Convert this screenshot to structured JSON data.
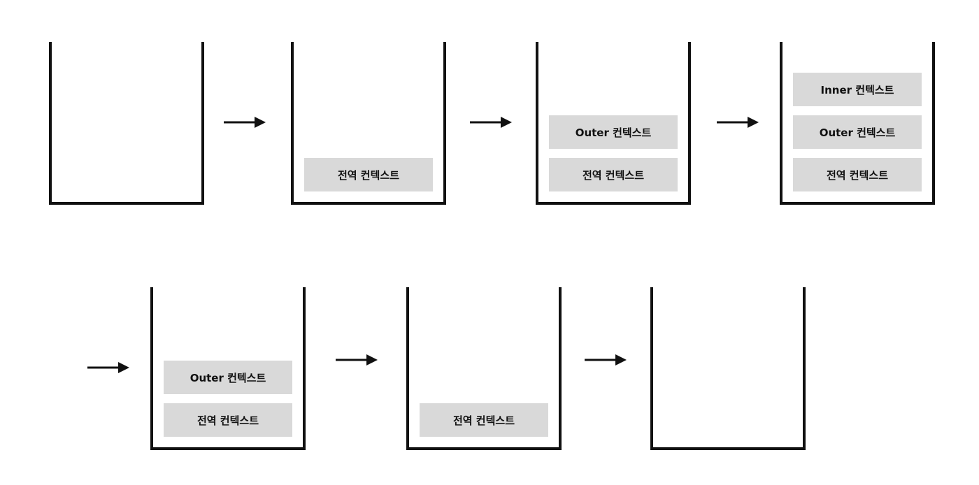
{
  "stacks": [
    {
      "frames": []
    },
    {
      "frames": [
        "전역 컨텍스트"
      ]
    },
    {
      "frames": [
        "Outer 컨텍스트",
        "전역 컨텍스트"
      ]
    },
    {
      "frames": [
        "Inner 컨텍스트",
        "Outer 컨텍스트",
        "전역 컨텍스트"
      ]
    },
    {
      "frames": [
        "Outer 컨텍스트",
        "전역 컨텍스트"
      ]
    },
    {
      "frames": [
        "전역 컨텍스트"
      ]
    },
    {
      "frames": []
    }
  ],
  "colors": {
    "frame_fill": "#d9d9d9",
    "stroke": "#111111"
  }
}
